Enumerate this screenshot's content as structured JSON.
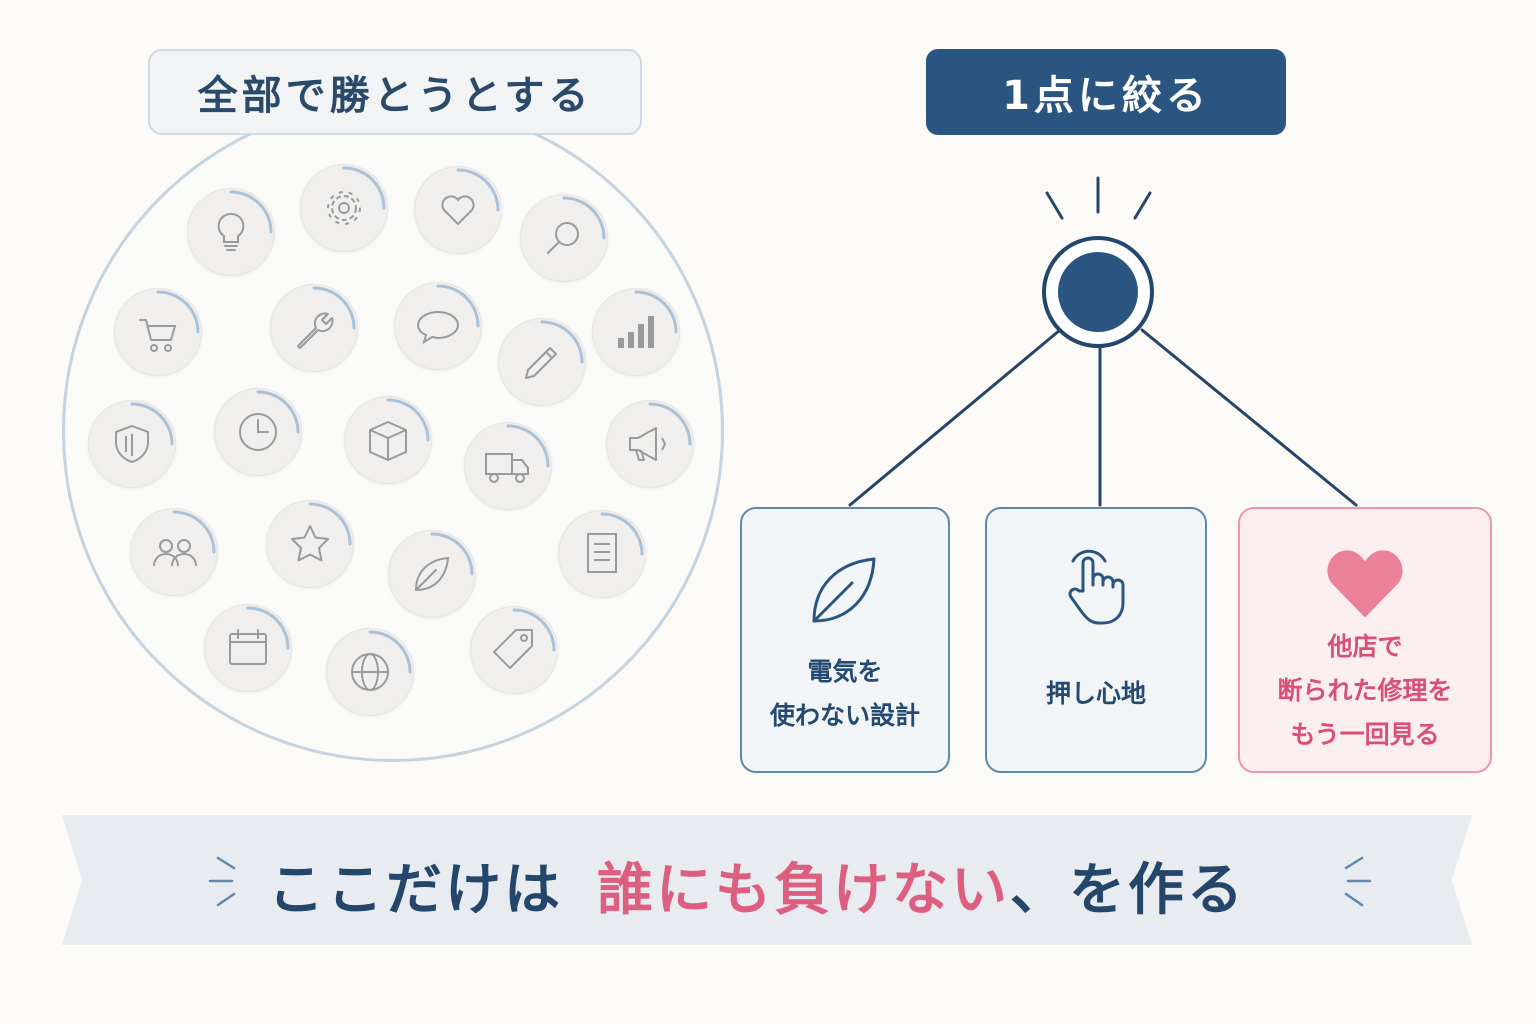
{
  "left": {
    "title": "全部で勝とうとする",
    "icons": [
      "lightbulb-icon",
      "gear-icon",
      "heart-icon",
      "search-icon",
      "cart-icon",
      "wrench-icon",
      "chat-icon",
      "pencil-icon",
      "bar-chart-icon",
      "shield-icon",
      "clock-icon",
      "box-icon",
      "truck-icon",
      "megaphone-icon",
      "people-icon",
      "star-icon",
      "leaf-icon",
      "document-icon",
      "calendar-icon",
      "globe-icon",
      "tag-icon"
    ]
  },
  "right": {
    "title": "1点に絞る",
    "cards": [
      {
        "text": "電気を\n使わない設計",
        "icon": "leaf-icon",
        "highlight": false
      },
      {
        "text": "押し心地",
        "icon": "hand-pointer-icon",
        "highlight": false
      },
      {
        "text": "他店で\n断られた修理を\nもう一回見る",
        "icon": "heart-icon",
        "highlight": true
      }
    ]
  },
  "banner": {
    "prefix": "ここだけは",
    "emphasis": "誰にも負けない",
    "suffix": "、を作る"
  },
  "colors": {
    "navy": "#2a5580",
    "pink": "#e0708c",
    "icon_gray": "#9a9a9a",
    "ring_blue": "#a9c2d8"
  }
}
